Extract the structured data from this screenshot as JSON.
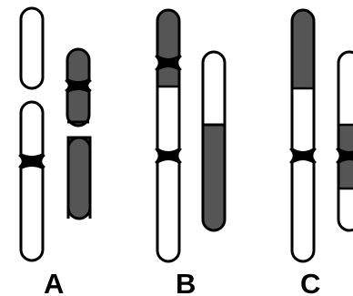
{
  "colors": {
    "outline": "#000000",
    "light": "#ffffff",
    "dark": "#555555",
    "background": "#ffffff"
  },
  "panels": [
    {
      "label": "A"
    },
    {
      "label": "B"
    },
    {
      "label": "C"
    }
  ]
}
